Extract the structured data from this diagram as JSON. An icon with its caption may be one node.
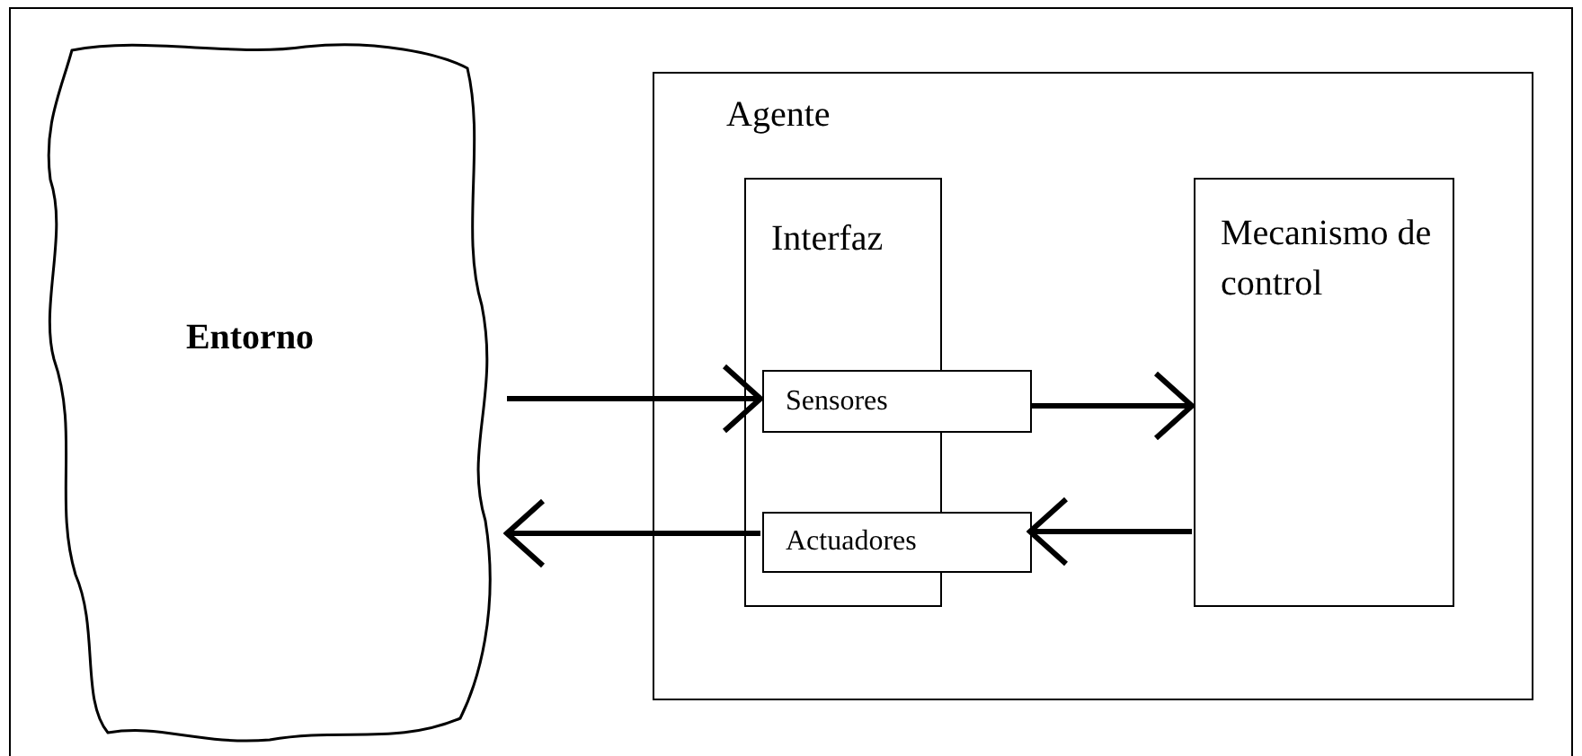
{
  "diagram": {
    "nodes": [
      {
        "text": [
          "Entorno"
        ]
      },
      {
        "text": [
          "Agente"
        ]
      },
      {
        "text": [
          "Interfaz"
        ],
        "in": 1
      },
      {
        "text": [
          "Sensores"
        ],
        "in": 1
      },
      {
        "text": [
          "Actuadores"
        ],
        "in": 1
      },
      {
        "text": [
          "Mecanismo de control"
        ],
        "in": 1
      }
    ],
    "edges": [
      {
        "from": 0,
        "to": 3,
        "arrow": "to"
      },
      {
        "from": 3,
        "to": 5,
        "arrow": "to"
      },
      {
        "from": 5,
        "to": 4,
        "arrow": "to"
      },
      {
        "from": 4,
        "to": 0,
        "arrow": "to"
      }
    ]
  }
}
